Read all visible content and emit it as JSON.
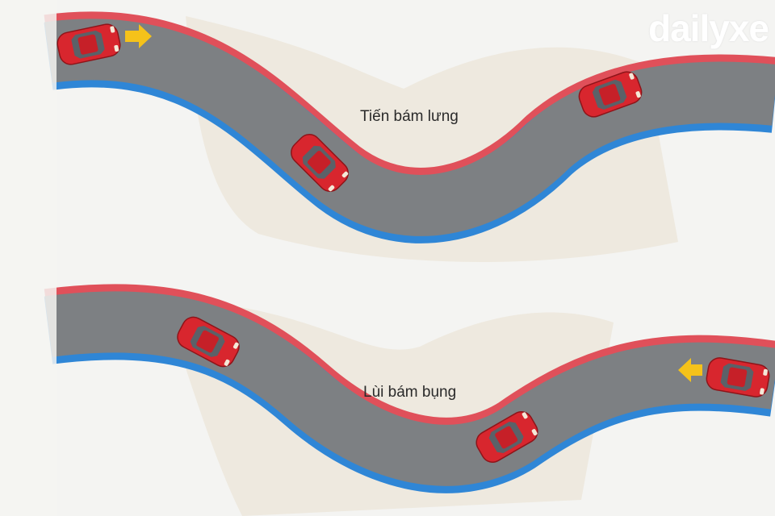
{
  "logo": "dailyxe",
  "diagrams": [
    {
      "label": "Tiến bám lưng",
      "direction": "forward"
    },
    {
      "label": "Lùi bám bụng",
      "direction": "reverse"
    }
  ],
  "colors": {
    "road": "#7d8083",
    "outer_edge": "#e0505a",
    "inner_edge": "#2f86d6",
    "car": "#d8262e",
    "arrow": "#f5c21a",
    "ground": "#ece6da"
  }
}
